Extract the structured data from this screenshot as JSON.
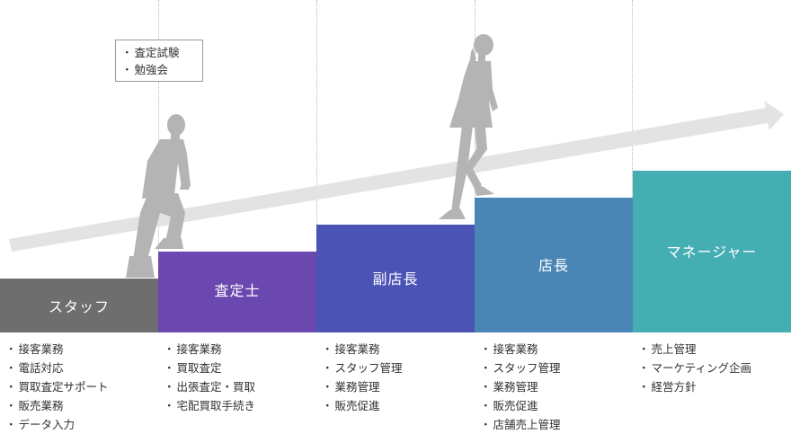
{
  "colors": {
    "step1": "#6e6e6e",
    "step2": "#6b47b0",
    "step3": "#4b53b5",
    "step4": "#4a86b5",
    "step5": "#45aeb3",
    "arrow": "#e3e3e3",
    "silhouette": "#b4b4b4"
  },
  "callout": {
    "items": [
      "査定試験",
      "勉強会"
    ]
  },
  "steps": [
    {
      "title": "スタッフ",
      "tasks": [
        "接客業務",
        "電話対応",
        "買取査定サポート",
        "販売業務",
        "データ入力"
      ]
    },
    {
      "title": "査定士",
      "tasks": [
        "接客業務",
        "買取査定",
        "出張査定・買取",
        "宅配買取手続き"
      ]
    },
    {
      "title": "副店長",
      "tasks": [
        "接客業務",
        "スタッフ管理",
        "業務管理",
        "販売促進"
      ]
    },
    {
      "title": "店長",
      "tasks": [
        "接客業務",
        "スタッフ管理",
        "業務管理",
        "販売促進",
        "店舗売上管理"
      ]
    },
    {
      "title": "マネージャー",
      "tasks": [
        "売上管理",
        "マーケティング企画",
        "経営方針"
      ]
    }
  ]
}
